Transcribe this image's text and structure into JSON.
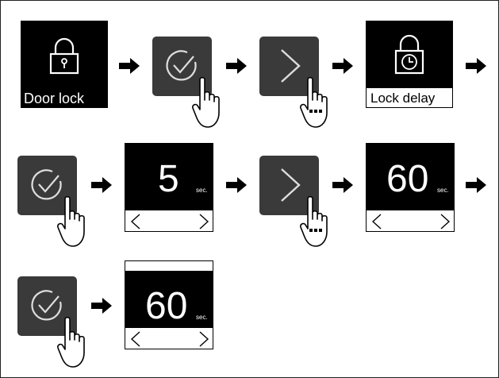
{
  "steps": {
    "door_lock_label": "Door lock",
    "lock_delay_label": "Lock delay",
    "value_1": "5",
    "value_2": "60",
    "value_3": "60",
    "unit": "sec."
  },
  "icons": [
    "padlock-icon",
    "checkmark-icon",
    "chevron-right-icon",
    "padlock-clock-icon",
    "tap-hand-icon",
    "arrow-right-icon",
    "chevron-left-icon"
  ],
  "colors": {
    "tile": "#000000",
    "button": "#3a3a3a",
    "arrow": "#000000"
  }
}
